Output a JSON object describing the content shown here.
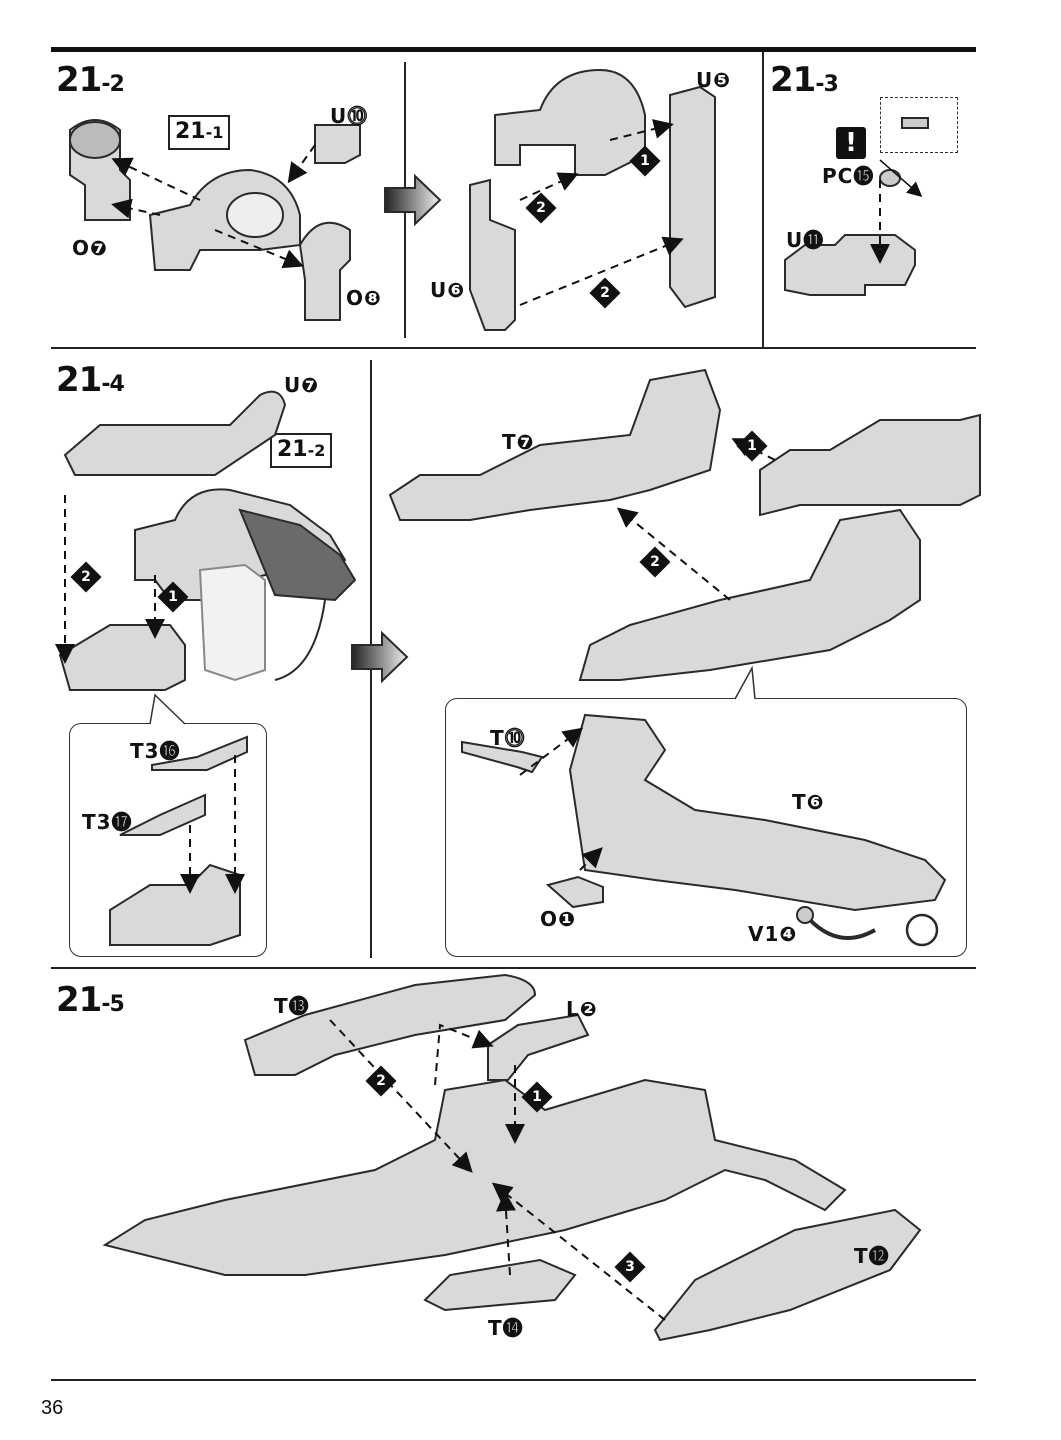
{
  "page_number": "36",
  "steps": {
    "s21_2": {
      "main": "21",
      "sub": "-2"
    },
    "s21_3": {
      "main": "21",
      "sub": "-3"
    },
    "s21_4": {
      "main": "21",
      "sub": "-4"
    },
    "s21_5": {
      "main": "21",
      "sub": "-5"
    }
  },
  "refs": {
    "r21_1": {
      "main": "21",
      "sub": "-1"
    },
    "r21_2": {
      "main": "21",
      "sub": "-2"
    }
  },
  "parts": {
    "u10": "U⓾",
    "o7": "O❼",
    "o8": "O❽",
    "u5": "U❺",
    "u6": "U❻",
    "pc15": "PC⓯",
    "u11": "U⓫",
    "u7": "U❼",
    "t7": "T❼",
    "t3_16": "T3⓰",
    "t3_17": "T3⓱",
    "t10": "T⓾",
    "t6": "T❻",
    "o1": "O❶",
    "v1_4": "V1❹",
    "t13": "T⓭",
    "l2": "L❷",
    "t12": "T⓬",
    "t14": "T⓮"
  },
  "order_badges": {
    "one": "1",
    "two": "2",
    "three": "3"
  },
  "warning_mark": "!",
  "colors": {
    "part_fill": "#d9d9d9",
    "part_stroke": "#2a2a2a",
    "dark_part": "#6a6a6a",
    "rule": "#111111"
  }
}
